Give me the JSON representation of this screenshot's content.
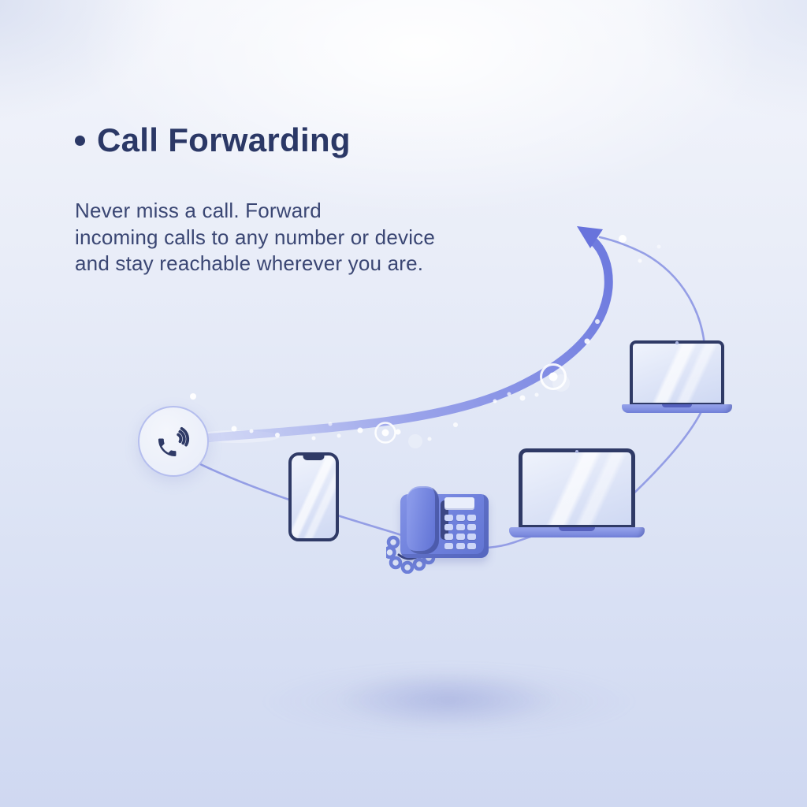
{
  "page": {
    "bullet": "•",
    "title": "Call Forwarding",
    "description": {
      "line1": "Never miss a call. Forward",
      "line2": "incoming calls to any number or device",
      "line3": "and stay reachable wherever you are."
    }
  },
  "illustration": {
    "incoming_call_icon": "phone-ring-icon",
    "forward_arrow": "curved-swoosh-arrow",
    "devices": [
      "smartphone",
      "desk-phone",
      "laptop",
      "laptop-small"
    ],
    "decorations": [
      "sparkle-dots",
      "ring-markers",
      "ground-shadow"
    ]
  },
  "colors": {
    "title": "#2b3866",
    "body": "#3a4673",
    "navy": "#2f3a66",
    "periwinkle": "#7586dd",
    "periwinkle_dark": "#5d6ecf",
    "line": "#8c96e3",
    "arrow": "#6873dc",
    "circle_border": "#b5beee",
    "screen": "#e7ecfa",
    "bg_top": "#f3f5fb",
    "bg_bottom": "#cfd8f1"
  }
}
